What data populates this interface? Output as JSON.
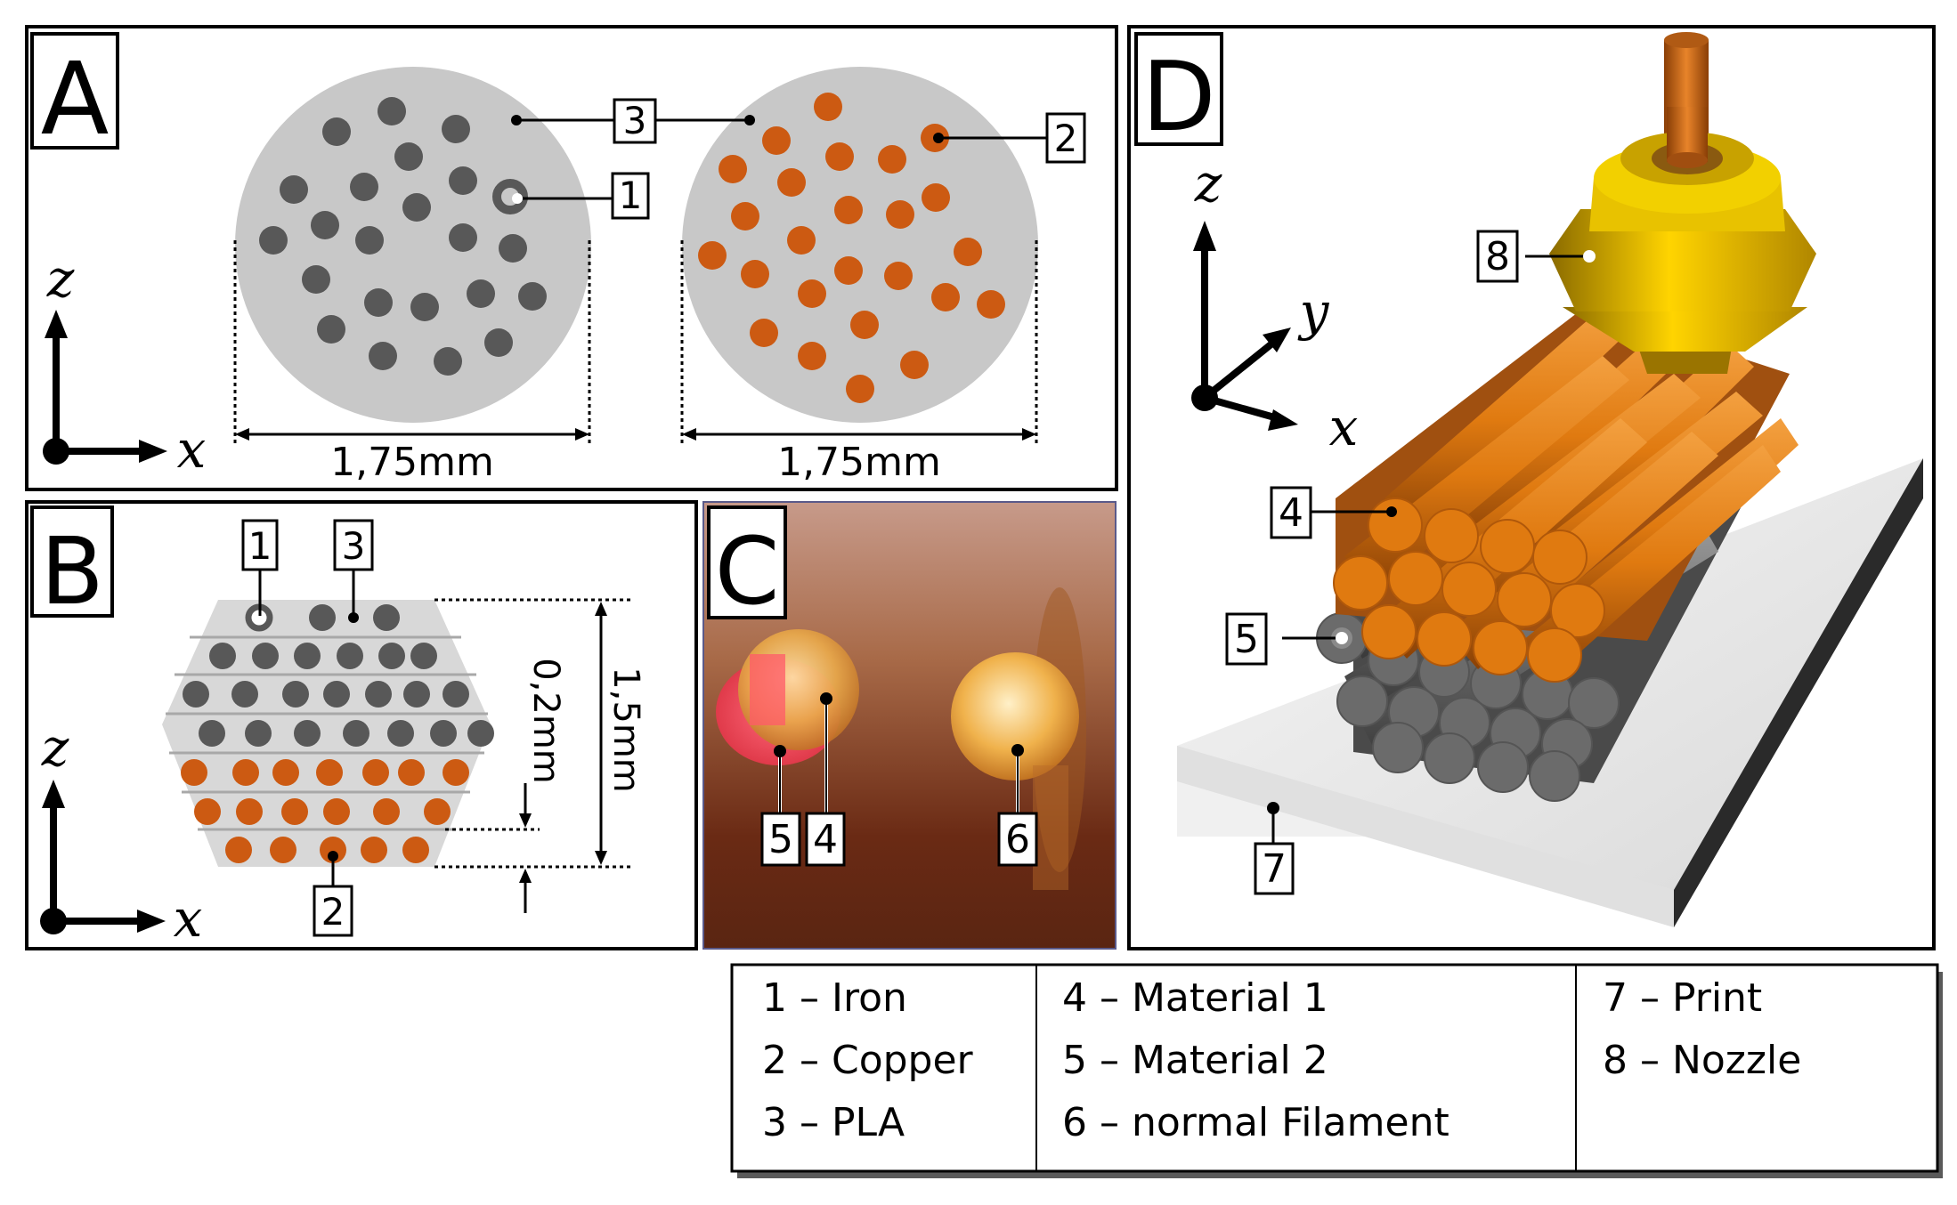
{
  "panels": {
    "a": {
      "letter": "A",
      "dimension_left": "1,75mm",
      "dimension_right": "1,75mm",
      "callouts": {
        "pla": "3",
        "iron": "1",
        "copper": "2"
      },
      "axis": {
        "vertical": "z",
        "horizontal": "x"
      }
    },
    "b": {
      "letter": "B",
      "layer_height": "0,2mm",
      "total_height": "1,5mm",
      "callouts": {
        "iron": "1",
        "pla": "3",
        "copper": "2"
      },
      "axis": {
        "vertical": "z",
        "horizontal": "x"
      }
    },
    "c": {
      "letter": "C",
      "callouts": {
        "material2": "5",
        "material1": "4",
        "normal": "6"
      }
    },
    "d": {
      "letter": "D",
      "callouts": {
        "nozzle": "8",
        "material1": "4",
        "material2": "5",
        "print": "7"
      },
      "axis": {
        "vertical": "z",
        "depth": "y",
        "horizontal": "x"
      }
    }
  },
  "legend": {
    "col1": [
      "1 – Iron",
      "2 – Copper",
      "3 – PLA"
    ],
    "col2": [
      "4 – Material 1",
      "5 – Material 2",
      "6 – normal Filament"
    ],
    "col3": [
      "7 – Print",
      "8 – Nozzle"
    ]
  },
  "colors": {
    "iron": "#585858",
    "copper": "#cc5a12",
    "pla": "#c8c8c8",
    "orange_rod": "#e07a10",
    "nozzle": "#e0b000"
  }
}
